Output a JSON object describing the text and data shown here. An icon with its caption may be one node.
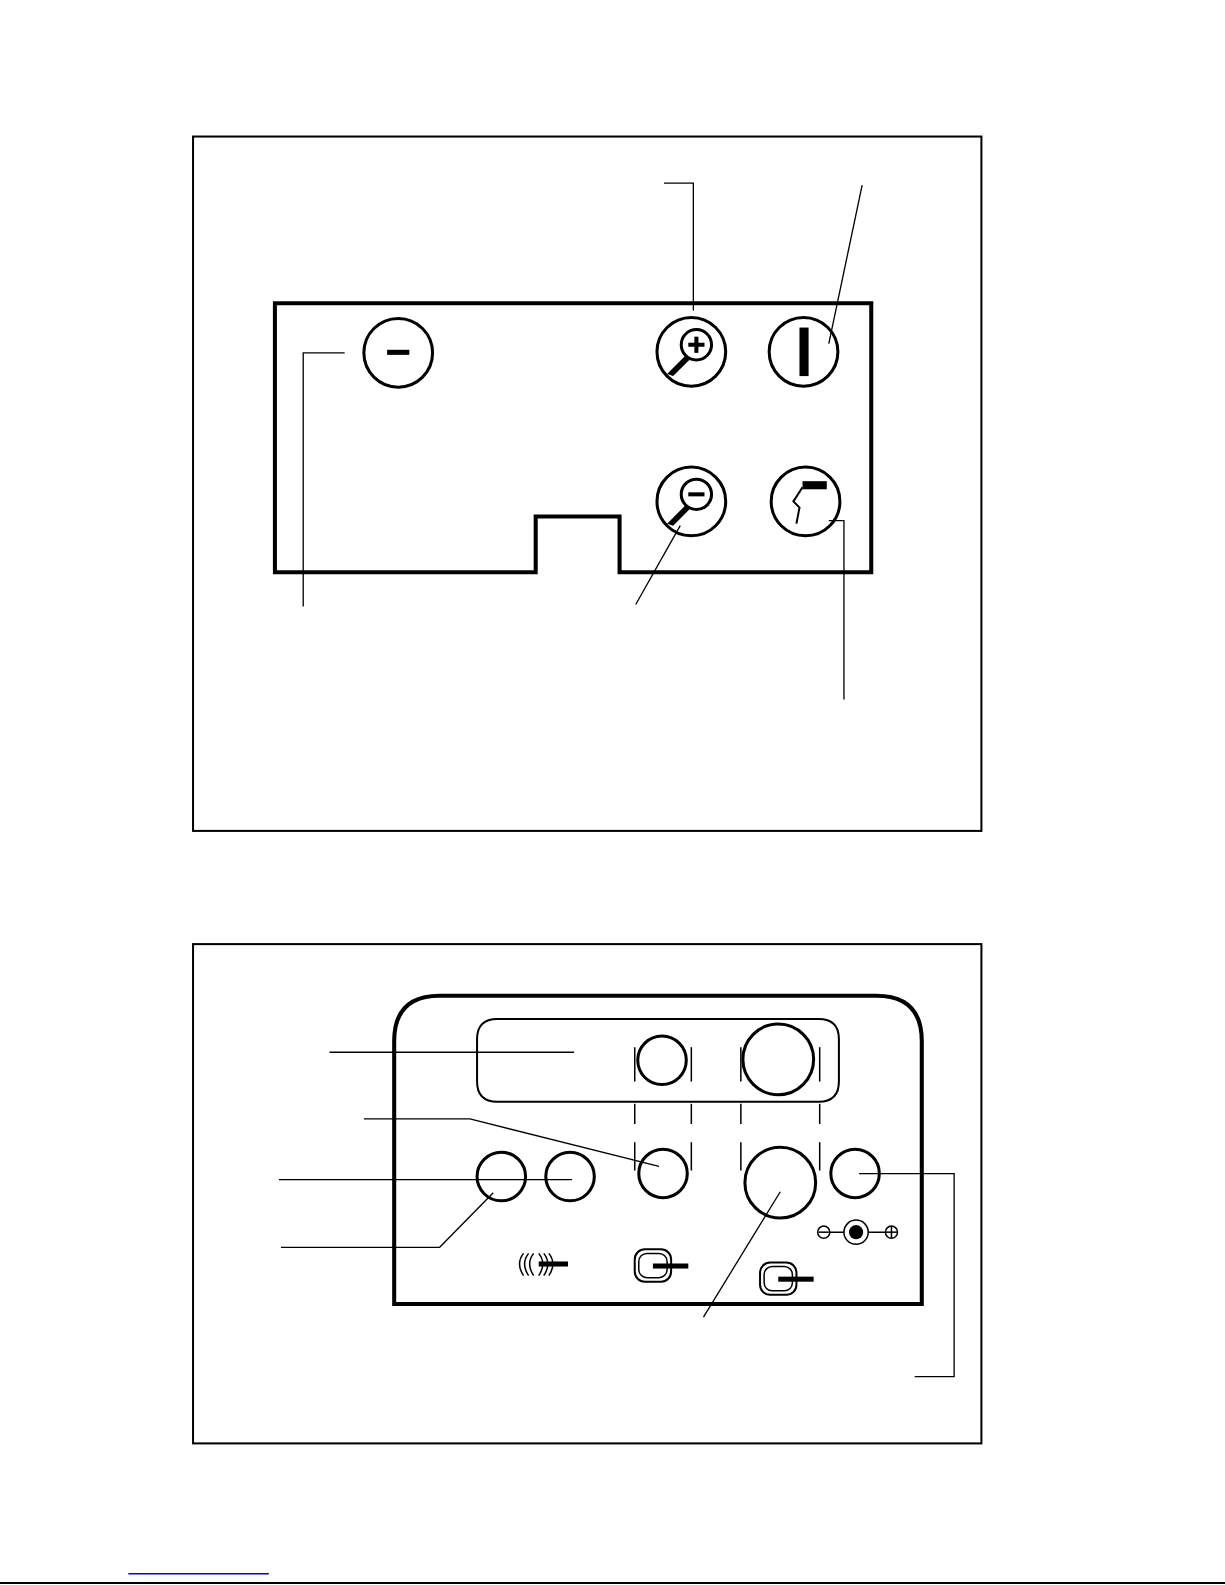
{
  "diagram": {
    "nodes": [
      {
        "text": [],
        "shape": "box"
      },
      {
        "text": [],
        "shape": "circle",
        "in": 0
      },
      {
        "text": [],
        "shape": "circle",
        "in": 0
      },
      {
        "text": [],
        "shape": "circle",
        "in": 0
      },
      {
        "text": [],
        "shape": "circle",
        "in": 0
      },
      {
        "text": [],
        "shape": "circle",
        "in": 0
      },
      {
        "text": [],
        "shape": "box"
      },
      {
        "text": [],
        "shape": "box",
        "in": 6
      },
      {
        "text": [],
        "shape": "circle",
        "in": 7
      },
      {
        "text": [],
        "shape": "circle",
        "in": 7
      },
      {
        "text": [],
        "shape": "circle",
        "in": 6
      },
      {
        "text": [],
        "shape": "circle",
        "in": 6
      },
      {
        "text": [],
        "shape": "circle",
        "in": 6
      },
      {
        "text": [],
        "shape": "circle",
        "in": 6
      },
      {
        "text": [],
        "shape": "circle",
        "in": 6
      }
    ],
    "edges": [
      {
        "from": null,
        "to": 1,
        "arrow": "none"
      },
      {
        "from": null,
        "to": 2,
        "arrow": "none"
      },
      {
        "from": null,
        "to": 3,
        "arrow": "none"
      },
      {
        "from": null,
        "to": 4,
        "arrow": "none"
      },
      {
        "from": null,
        "to": 5,
        "arrow": "none"
      },
      {
        "from": null,
        "to": 7,
        "arrow": "none"
      },
      {
        "from": null,
        "to": 12,
        "arrow": "none"
      },
      {
        "from": null,
        "to": 11,
        "arrow": "none"
      },
      {
        "from": null,
        "to": 10,
        "arrow": "none"
      },
      {
        "from": null,
        "to": 13,
        "arrow": "none"
      },
      {
        "from": null,
        "to": 14,
        "arrow": "none"
      }
    ]
  }
}
